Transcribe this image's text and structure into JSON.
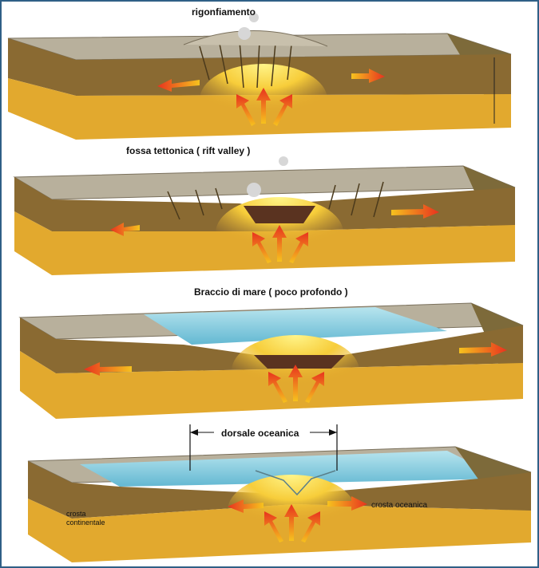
{
  "labels": {
    "stage1": "rigonfiamento",
    "stage2": "fossa tettonica ( rift valley )",
    "stage3": "Braccio di mare ( poco profondo )",
    "stage4": "dorsale oceanica",
    "crust_continental": "crosta\ncontinentale",
    "crust_oceanic": "crosta oceanica"
  },
  "colors": {
    "background": "#ffffff",
    "border": "#2f5f86",
    "surface_top": "#b8b09c",
    "crust": "#8a6a32",
    "crust_dark": "#6e5226",
    "mantle": "#e2a92e",
    "mantle_glow": "#fff27a",
    "water": "#8ccfe0",
    "arrow": "#e8321e",
    "arrow_tail": "#f6a21e"
  }
}
